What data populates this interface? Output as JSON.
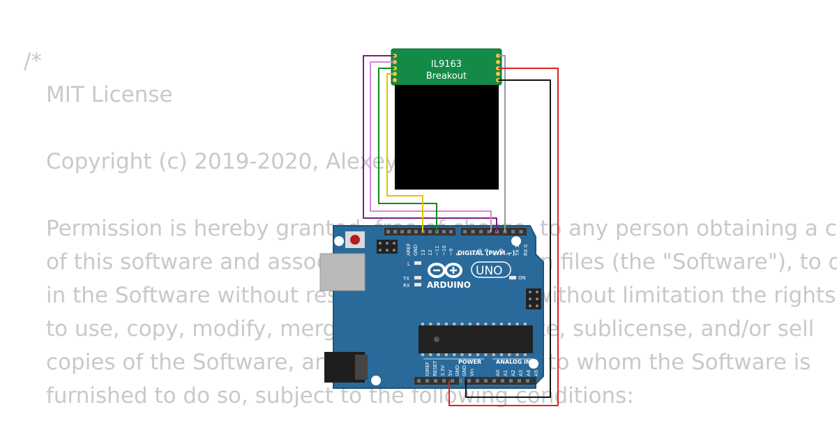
{
  "license_text": {
    "open": "/*",
    "lines": [
      "MIT License",
      "Copyright (c) 2019-2020, Alexey Dynda",
      "Permission is hereby granted, free of charge, to any person obtaining a copy",
      "of this software and associated documentation files (the \"Software\"), to deal",
      "in the Software without restriction, including without limitation the rights",
      "to use, copy, modify, merge, publish, distribute, sublicense, and/or sell",
      "copies of the Software, and to permit persons to whom the Software is",
      "furnished to do so, subject to the following conditions:"
    ]
  },
  "display": {
    "title_line1": "IL9163",
    "title_line2": "Breakout"
  },
  "board": {
    "logo_text": "ARDUINO",
    "model": "UNO",
    "digital_header_label": "DIGITAL (PWM ~)",
    "digital_pins": [
      "AREF",
      "GND",
      "13",
      "12",
      "~11",
      "~10",
      "~9",
      "8",
      "7",
      "~6",
      "~5",
      "4",
      "~3",
      "2",
      "TX 1",
      "RX 0"
    ],
    "led_l": "L",
    "led_tx": "TX",
    "led_rx": "RX",
    "led_on": "ON",
    "power_label": "POWER",
    "analog_label": "ANALOG IN",
    "power_pins": [
      "IOREF",
      "RESET",
      "3.3V",
      "5V",
      "GND",
      "GND",
      "Vin"
    ],
    "analog_pins": [
      "A0",
      "A1",
      "A2",
      "A3",
      "A4",
      "A5"
    ]
  },
  "wire_colors": {
    "purple": "#7b1f7a",
    "violet": "#d982e0",
    "green": "#0f8a1e",
    "yellow": "#e6c200",
    "gray": "#9a9a9a",
    "red": "#e02020",
    "black": "#111111"
  },
  "colors": {
    "board": "#2a6a9a",
    "board_edge": "#1f5278",
    "display_pcb": "#138a48",
    "header": "#333333"
  }
}
